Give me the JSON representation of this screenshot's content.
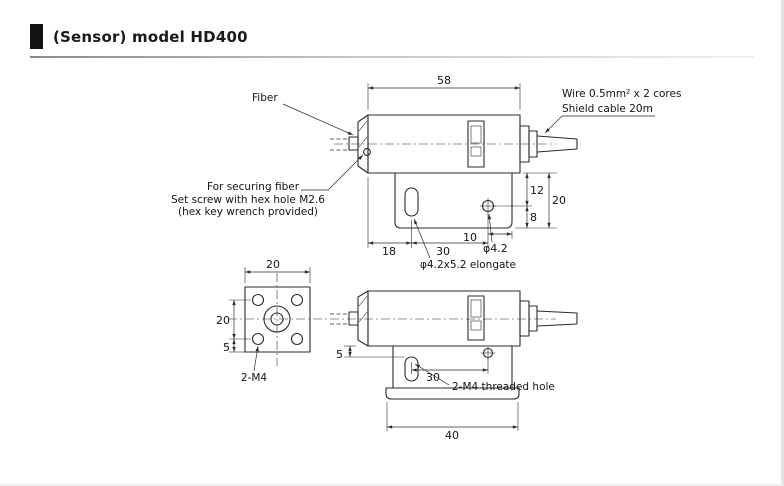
{
  "header": {
    "title": "(Sensor) model HD400"
  },
  "top_view": {
    "fiber_label": "Fiber",
    "securing_line1": "For securing fiber",
    "securing_line2": "Set screw with hex hole M2.6",
    "securing_line3": "(hex key wrench provided)",
    "wire_label": "Wire 0.5mm² x 2 cores",
    "shield_label": "Shield cable 20m",
    "dim_width": "58",
    "dim_right_upper": "12",
    "dim_right_lower": "8",
    "dim_right_total": "20",
    "dim_bottom_left": "18",
    "dim_bottom_mid": "30",
    "dim_bottom_right": "10",
    "hole_label": "φ4.2",
    "slot_label": "φ4.2x5.2 elongate"
  },
  "front_view": {
    "dim_top": "20",
    "dim_left": "20",
    "dim_left_lower": "5",
    "screw_label": "2-M4"
  },
  "side_view": {
    "dim_offset": "5",
    "dim_holes": "30",
    "dim_base": "40",
    "thread_label": "2-M4 threaded hole"
  }
}
